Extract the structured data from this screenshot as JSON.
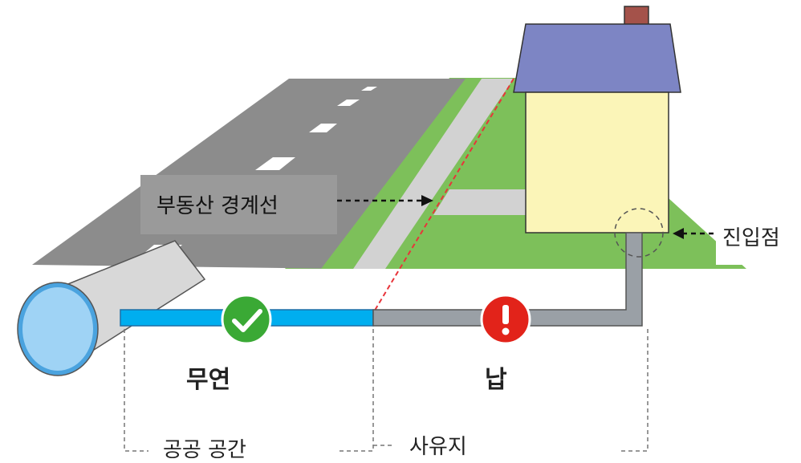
{
  "labels": {
    "property_boundary": "부동산 경계선",
    "entry_point": "진입점",
    "lead_free": "무연",
    "lead": "납",
    "public_space": "공공 공간",
    "private_land": "사유지"
  },
  "icons": {
    "lead_free_status": "check-circle-icon",
    "lead_status": "exclamation-circle-icon"
  },
  "colors": {
    "lead_free_pipe": "#00aeef",
    "lead_pipe": "#9aa0a6",
    "ok_badge": "#3aa935",
    "alert_badge": "#e2231a",
    "boundary_line": "#e8343a",
    "grass": "#7dc05a",
    "road": "#8c8c8c",
    "roof": "#7d85c4",
    "house_wall": "#fbf5b8",
    "chimney": "#a4524a"
  }
}
